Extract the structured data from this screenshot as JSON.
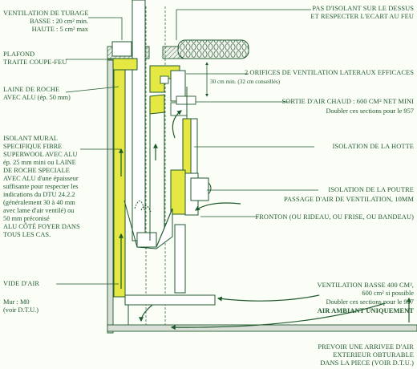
{
  "colors": {
    "ink": "#1f5a2d",
    "insulation": "#e5e843",
    "wall": "#d9ded6",
    "background": "#fbfdf7"
  },
  "labels": {
    "ventilation_tubage": "VENTILATION DE TUBAGE",
    "basse": "BASSE : 20 cm² min.",
    "haute": "HAUTE : 5 cm² max",
    "plafond": "PLAFOND",
    "traite_coupe_feu": "TRAITE COUPE-FEU",
    "laine_roche": "LAINE DE ROCHE",
    "avec_alu": "AVEC ALU (ép. 50 mm)",
    "isolant_mural": [
      "ISOLANT MURAL",
      "SPECIFIQUE FIBRE",
      "SUPERWOOL AVEC ALU",
      "ép. 25 mm mini ou LAINE",
      "DE ROCHE SPECIALE",
      "AVEC ALU d'une épaisseur",
      "suffisante pour respecter les",
      "indications du DTU 24.2.2",
      "(généralement 30 à 40 mm",
      "avec lame d'air ventilé) ou",
      "50 mm préconisé",
      "ALU CÔTÉ FOYER DANS",
      "TOUS LES CAS."
    ],
    "vide_air": "VIDE D'AIR",
    "mur": "Mur : M0",
    "voir_dtu": "(voir D.T.U.)",
    "pas_isolant_1": "PAS D'ISOLANT SUR LE DESSUS",
    "pas_isolant_2": "ET RESPECTER L'ECART AU FEU",
    "orifices": "2 ORIFICES DE VENTILATION LATERAUX EFFICACES",
    "distance": "30 cm min. (32 cm conseillés)",
    "sortie_air": "SORTIE D'AIR CHAUD : 600 cm² net mini",
    "doubler_1": "Doubler ces sections pour le 957",
    "isolation_hotte": "ISOLATION DE LA HOTTE",
    "isolation_poutre": "ISOLATION DE LA POUTRE",
    "passage_air": "PASSAGE D'AIR DE VENTILATION, 10mm",
    "fronton": "FRONTON (OU RIDEAU, OU FRISE, OU BANDEAU)",
    "vent_basse_1": "VENTILATION BASSE 400 cm²,",
    "vent_basse_2": "600 cm² si possible",
    "doubler_2": "Doubler ces sections pour le 957",
    "air_ambiant": "AIR AMBIANT UNIQUEMENT",
    "prevoir_1": "PREVOIR UNE ARRIVEE D'AIR",
    "prevoir_2": "EXTERIEUR OBTURABLE",
    "prevoir_3": "DANS LA PIECE (VOIR D.T.U.)"
  }
}
